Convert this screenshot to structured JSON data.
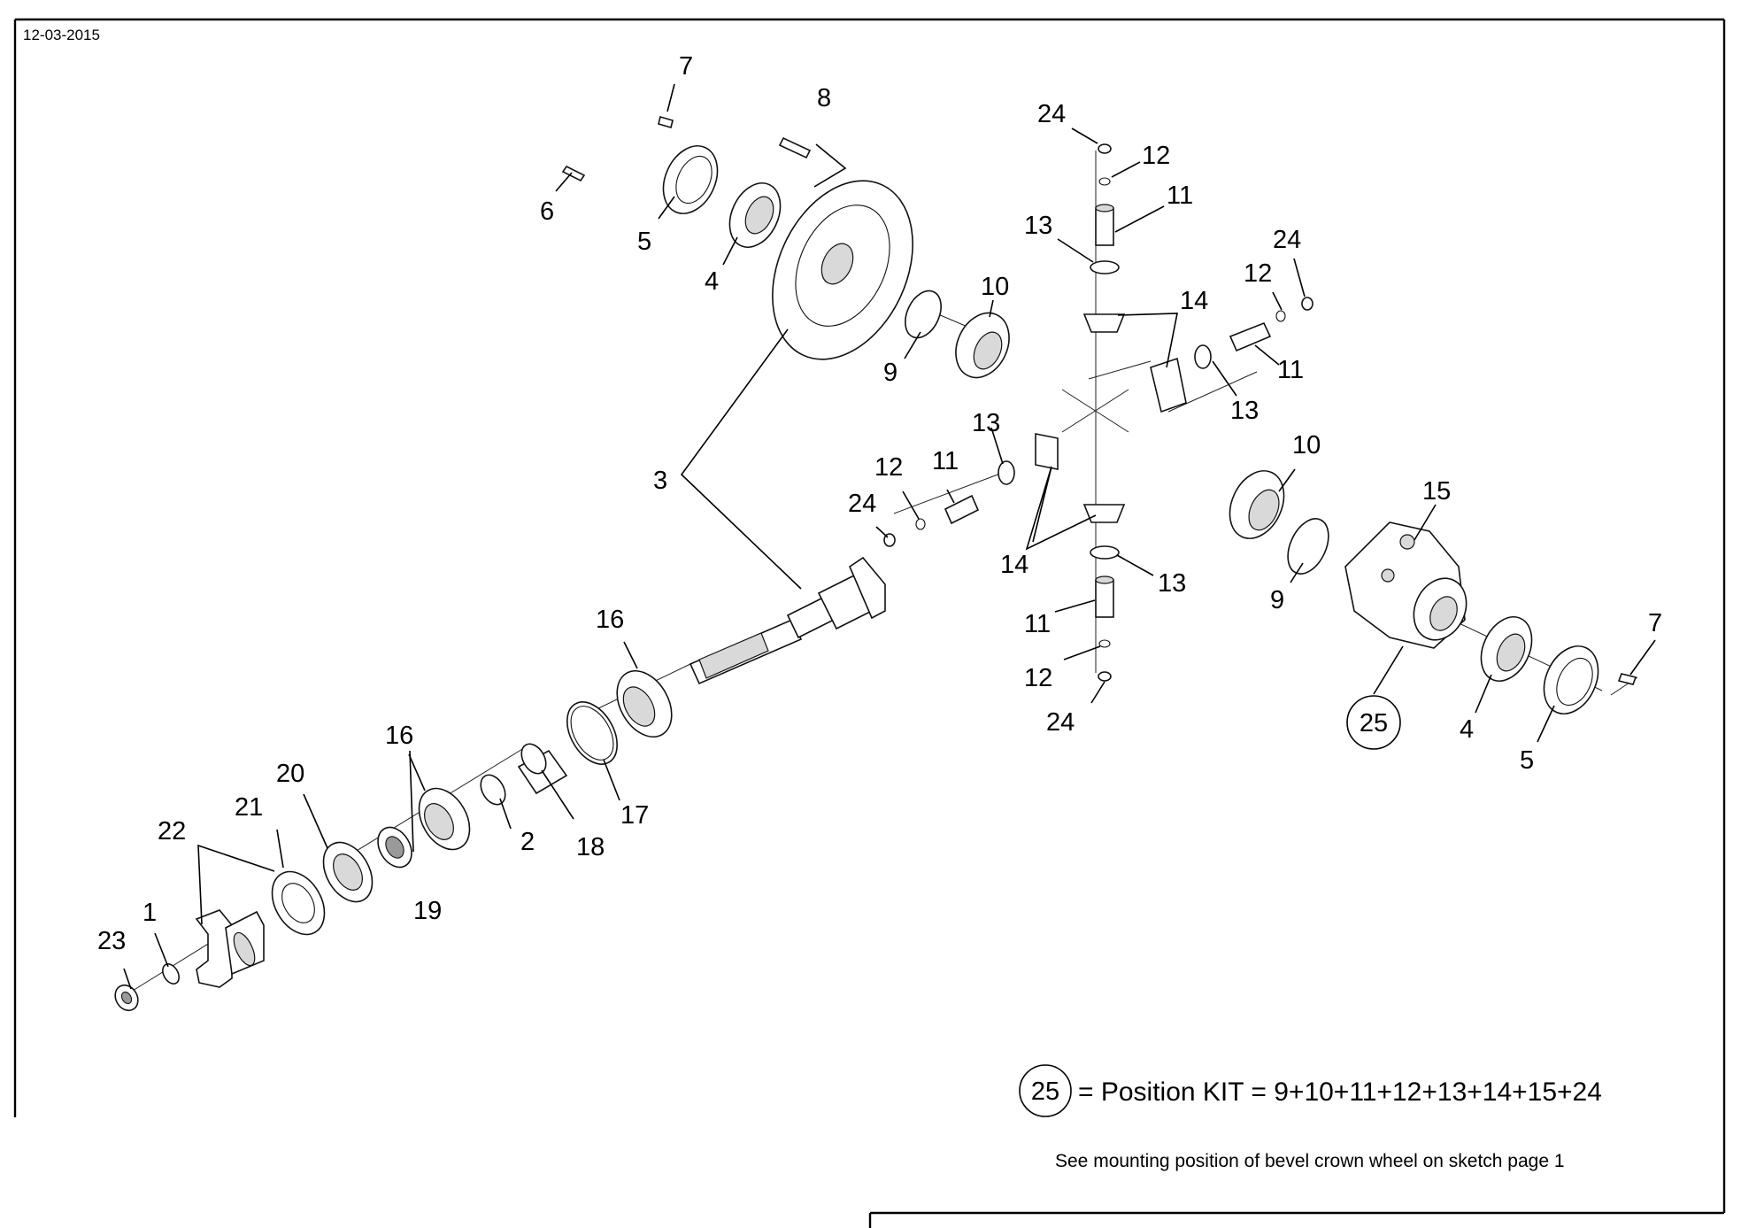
{
  "header": {
    "date": "12-03-2015"
  },
  "callouts": {
    "c1": "1",
    "c2": "2",
    "c3": "3",
    "c4a": "4",
    "c4b": "4",
    "c5a": "5",
    "c5b": "5",
    "c6": "6",
    "c7a": "7",
    "c7b": "7",
    "c8": "8",
    "c9a": "9",
    "c9b": "9",
    "c10a": "10",
    "c10b": "10",
    "c11a": "11",
    "c11b": "11",
    "c11c": "11",
    "c11d": "11",
    "c12a": "12",
    "c12b": "12",
    "c12c": "12",
    "c12d": "12",
    "c13a": "13",
    "c13b": "13",
    "c13c": "13",
    "c13d": "13",
    "c14a": "14",
    "c14b": "14",
    "c15": "15",
    "c16a": "16",
    "c16b": "16",
    "c17": "17",
    "c18": "18",
    "c19": "19",
    "c20": "20",
    "c21": "21",
    "c22": "22",
    "c23": "23",
    "c24a": "24",
    "c24b": "24",
    "c24c": "24",
    "c24d": "24",
    "c25": "25"
  },
  "kit_legend": {
    "badge": "25",
    "text": "= Position KIT = 9+10+11+12+13+14+15+24"
  },
  "note": "See mounting position of bevel crown wheel on sketch page 1"
}
